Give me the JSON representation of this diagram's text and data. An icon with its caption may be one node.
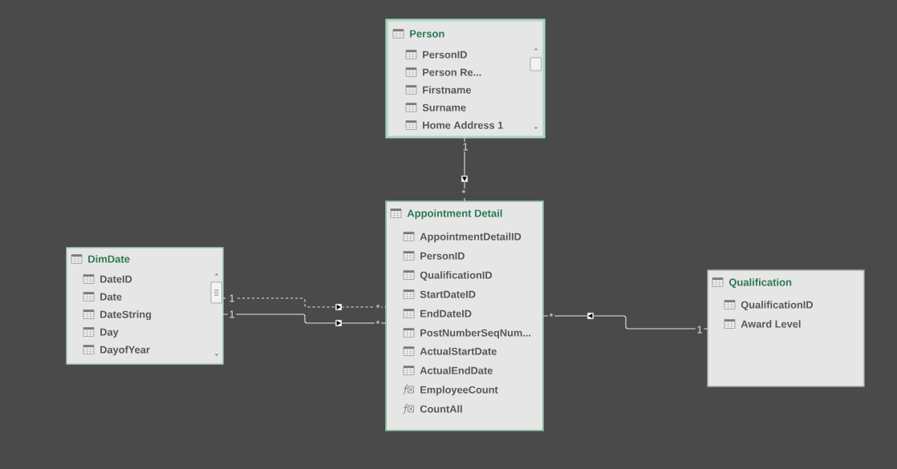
{
  "diagram": {
    "nodes": [
      {
        "text": [
          "Person",
          "PersonID",
          "Person Re...",
          "Firstname",
          "Surname",
          "Home Address 1"
        ]
      },
      {
        "text": [
          "Appointment Detail",
          "AppointmentDetailID",
          "PersonID",
          "QualificationID",
          "StartDateID",
          "EndDateID",
          "PostNumberSeqNum...",
          "ActualStartDate",
          "ActualEndDate",
          "EmployeeCount",
          "CountAll"
        ]
      },
      {
        "text": [
          "DimDate",
          "DateID",
          "Date",
          "DateString",
          "Day",
          "DayofYear"
        ]
      },
      {
        "text": [
          "Qualification",
          "QualificationID",
          "Award Level"
        ]
      }
    ],
    "edges": [
      {
        "from": 0,
        "to": 1,
        "arrow": "to"
      },
      {
        "from": 2,
        "to": 1,
        "arrow": "to",
        "style": "dashed"
      },
      {
        "from": 2,
        "to": 1,
        "arrow": "to"
      },
      {
        "from": 3,
        "to": 1,
        "arrow": "to"
      }
    ],
    "labels": [
      "1",
      "*",
      "1",
      "*",
      "1",
      "*",
      "*",
      "1"
    ]
  }
}
